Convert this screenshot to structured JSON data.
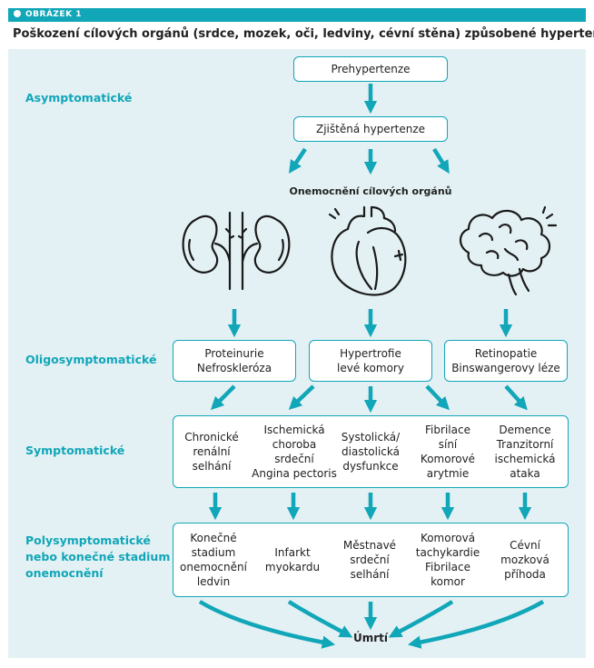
{
  "header": {
    "badge": "OBRÁZEK 1"
  },
  "title": "Poškození cílových orgánů (srdce, mozek, oči, ledviny, cévní stěna) způsobené hypertenzí",
  "stages": {
    "asymptomatic": "Asymptomatické",
    "oligosymptomatic": "Oligosymptomatické",
    "symptomatic": "Symptomatické",
    "polysymptomatic_1": "Polysymptomatické",
    "polysymptomatic_2": "nebo konečné stadium",
    "polysymptomatic_3": "onemocnění"
  },
  "top": {
    "prehypertension": "Prehypertenze",
    "detected": "Zjištěná hypertenze",
    "organ_disease": "Onemocnění cílových orgánů"
  },
  "organs": {
    "kidney": "kidney-icon",
    "heart": "heart-icon",
    "brain": "brain-icon"
  },
  "oligo": {
    "kidney": [
      "Proteinurie",
      "Nefroskleróza"
    ],
    "heart": [
      "Hypertrofie",
      "levé komory"
    ],
    "brain": [
      "Retinopatie",
      "Binswangerovy léze"
    ]
  },
  "symptomatic": [
    [
      "Chronické",
      "renální",
      "selhání"
    ],
    [
      "Ischemická",
      "choroba",
      "srdeční",
      "Angina pectoris"
    ],
    [
      "Systolická/",
      "diastolická",
      "dysfunkce"
    ],
    [
      "Fibrilace",
      "síní",
      "Komorové",
      "arytmie"
    ],
    [
      "Demence",
      "Tranzitorní",
      "ischemická",
      "ataka"
    ]
  ],
  "poly": [
    [
      "Konečné",
      "stadium",
      "onemocnění",
      "ledvin"
    ],
    [
      "Infarkt",
      "myokardu"
    ],
    [
      "Městnavé",
      "srdeční",
      "selhání"
    ],
    [
      "Komorová",
      "tachykardie",
      "Fibrilace",
      "komor"
    ],
    [
      "Cévní",
      "mozková",
      "příhoda"
    ]
  ],
  "death": "Úmrtí",
  "colors": {
    "accent": "#11a6b8",
    "panel": "#e3f1f4"
  }
}
